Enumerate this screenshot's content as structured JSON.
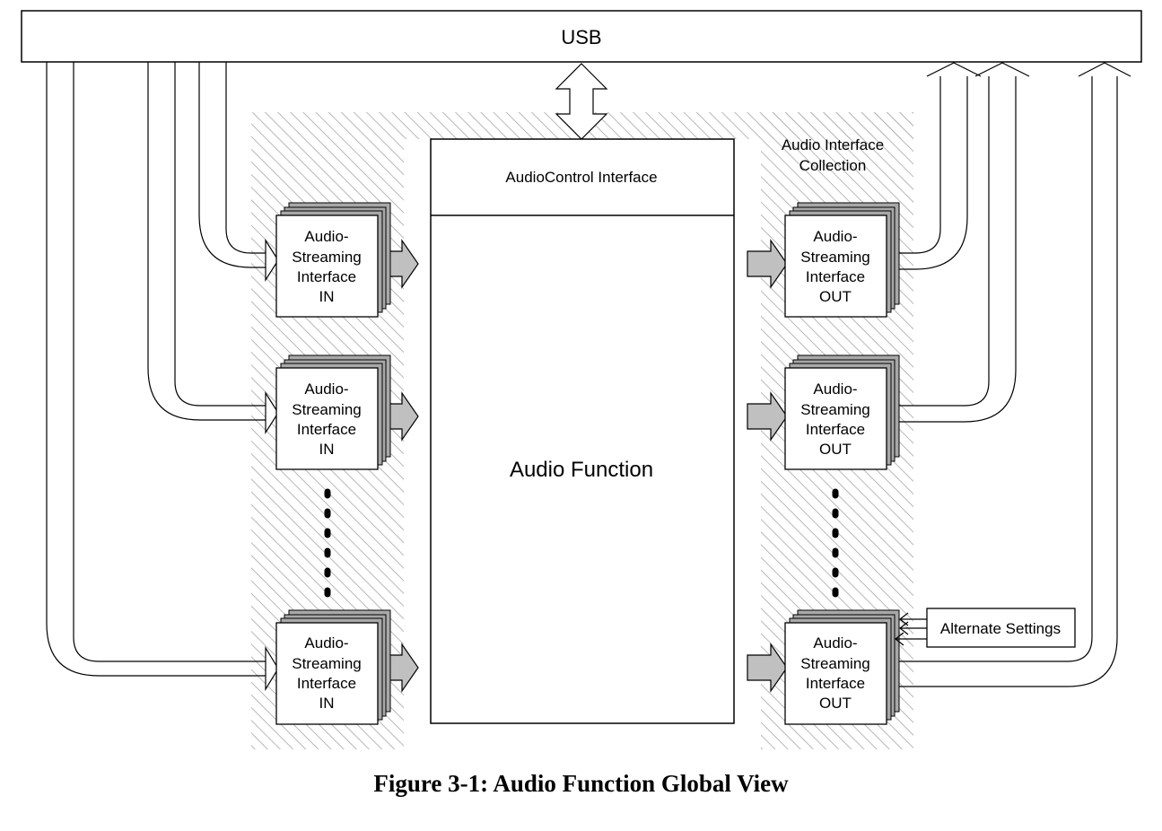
{
  "usb": {
    "label": "USB"
  },
  "control": {
    "label": "AudioControl Interface"
  },
  "function": {
    "label": "Audio Function"
  },
  "collection": {
    "line1": "Audio Interface",
    "line2": "Collection"
  },
  "streaming_in": [
    {
      "lines": [
        "Audio-",
        "Streaming",
        "Interface",
        "IN"
      ]
    },
    {
      "lines": [
        "Audio-",
        "Streaming",
        "Interface",
        "IN"
      ]
    },
    {
      "lines": [
        "Audio-",
        "Streaming",
        "Interface",
        "IN"
      ]
    }
  ],
  "streaming_out": [
    {
      "lines": [
        "Audio-",
        "Streaming",
        "Interface",
        "OUT"
      ]
    },
    {
      "lines": [
        "Audio-",
        "Streaming",
        "Interface",
        "OUT"
      ]
    },
    {
      "lines": [
        "Audio-",
        "Streaming",
        "Interface",
        "OUT"
      ]
    }
  ],
  "alternate": {
    "label": "Alternate Settings"
  },
  "caption": "Figure 3-1: Audio Function Global View",
  "colors": {
    "hatch": "#b8b8b8",
    "stack_shadow": "#a8a8a8",
    "arrow_fill": "#c0c0c0",
    "line": "#000000"
  }
}
